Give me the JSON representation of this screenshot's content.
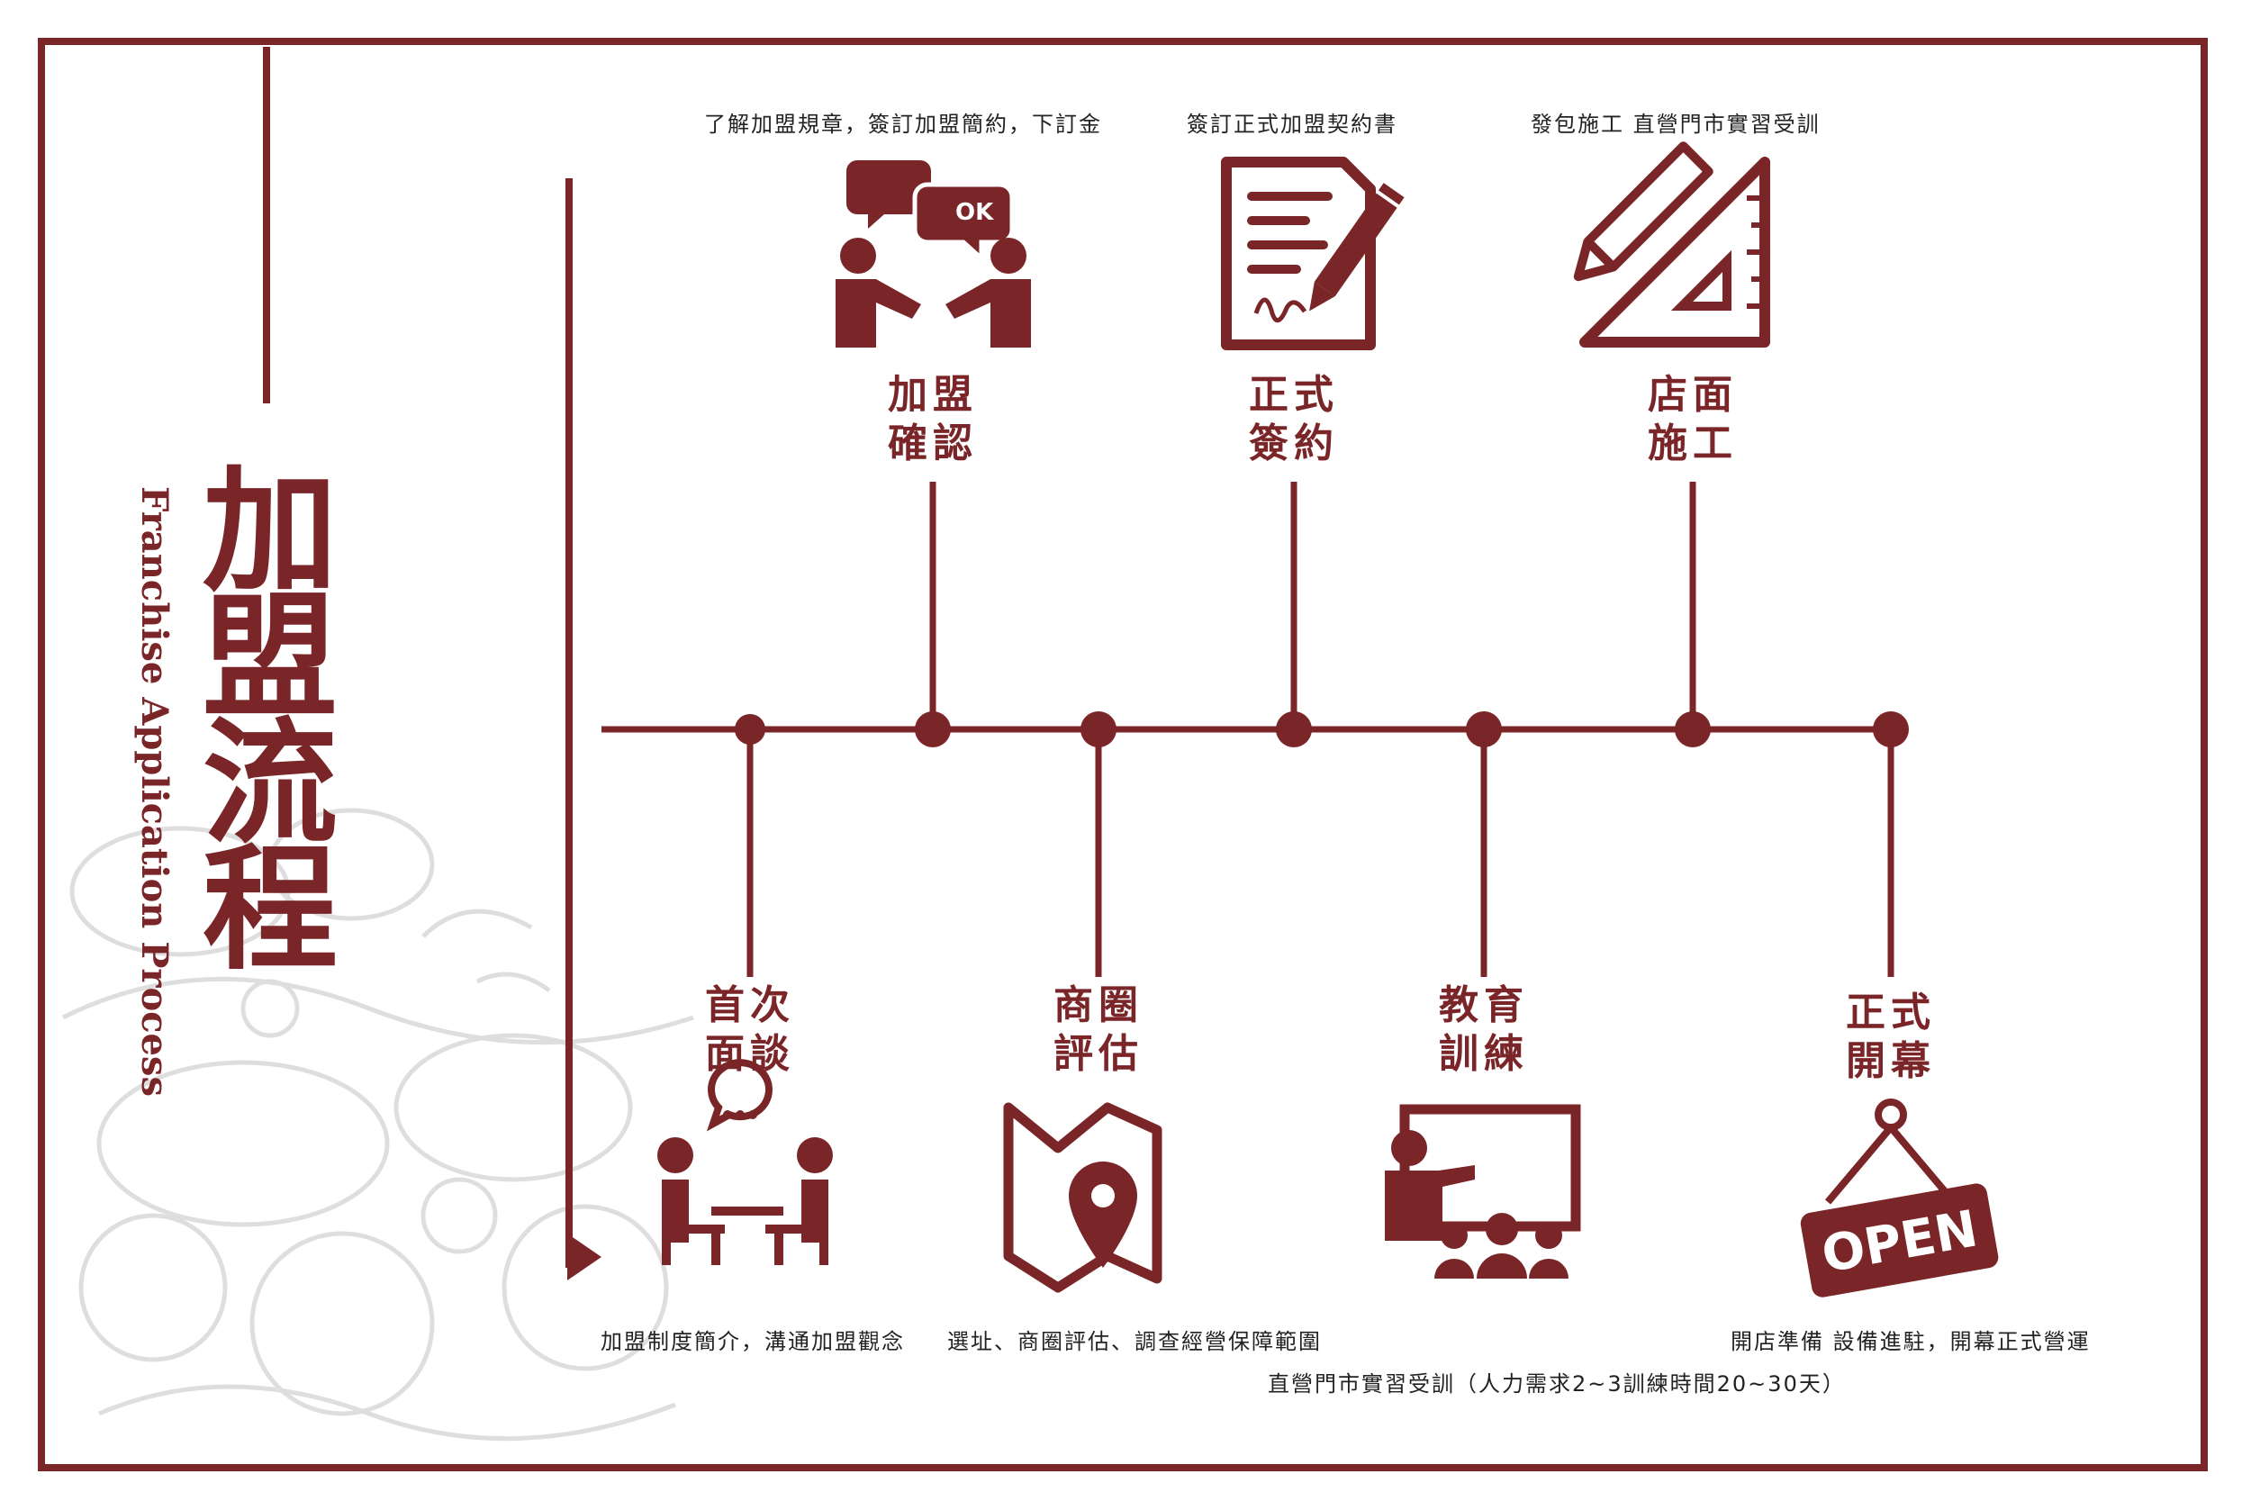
{
  "title": {
    "zh": "加盟流程",
    "en": "Franchise Application Process"
  },
  "colors": {
    "primary": "#7a2528",
    "text": "#222222",
    "decor": "#d9d9d9"
  },
  "top_steps": [
    {
      "line1": "加盟",
      "line2": "確認",
      "icon": "handshake-chat-icon",
      "desc": "了解加盟規章，簽訂加盟簡約，下訂金"
    },
    {
      "line1": "正式",
      "line2": "簽約",
      "icon": "contract-pen-icon",
      "desc": "簽訂正式加盟契約書"
    },
    {
      "line1": "店面",
      "line2": "施工",
      "icon": "ruler-pencil-icon",
      "desc": "發包施工  直營門市實習受訓"
    }
  ],
  "bottom_steps": [
    {
      "line1": "首次",
      "line2": "面談",
      "icon": "meeting-icon",
      "desc": "加盟制度簡介，溝通加盟觀念"
    },
    {
      "line1": "商圈",
      "line2": "評估",
      "icon": "map-pin-icon",
      "desc": "選址、商圈評估、調查經營保障範圍"
    },
    {
      "line1": "教育",
      "line2": "訓練",
      "icon": "training-board-icon",
      "desc": "直營門市實習受訓（人力需求2~3訓練時間20~30天）"
    },
    {
      "line1": "正式",
      "line2": "開幕",
      "icon": "open-sign-icon",
      "desc": "開店準備  設備進駐，開幕正式營運",
      "sign": "OPEN"
    }
  ],
  "ok_bubble": "OK"
}
